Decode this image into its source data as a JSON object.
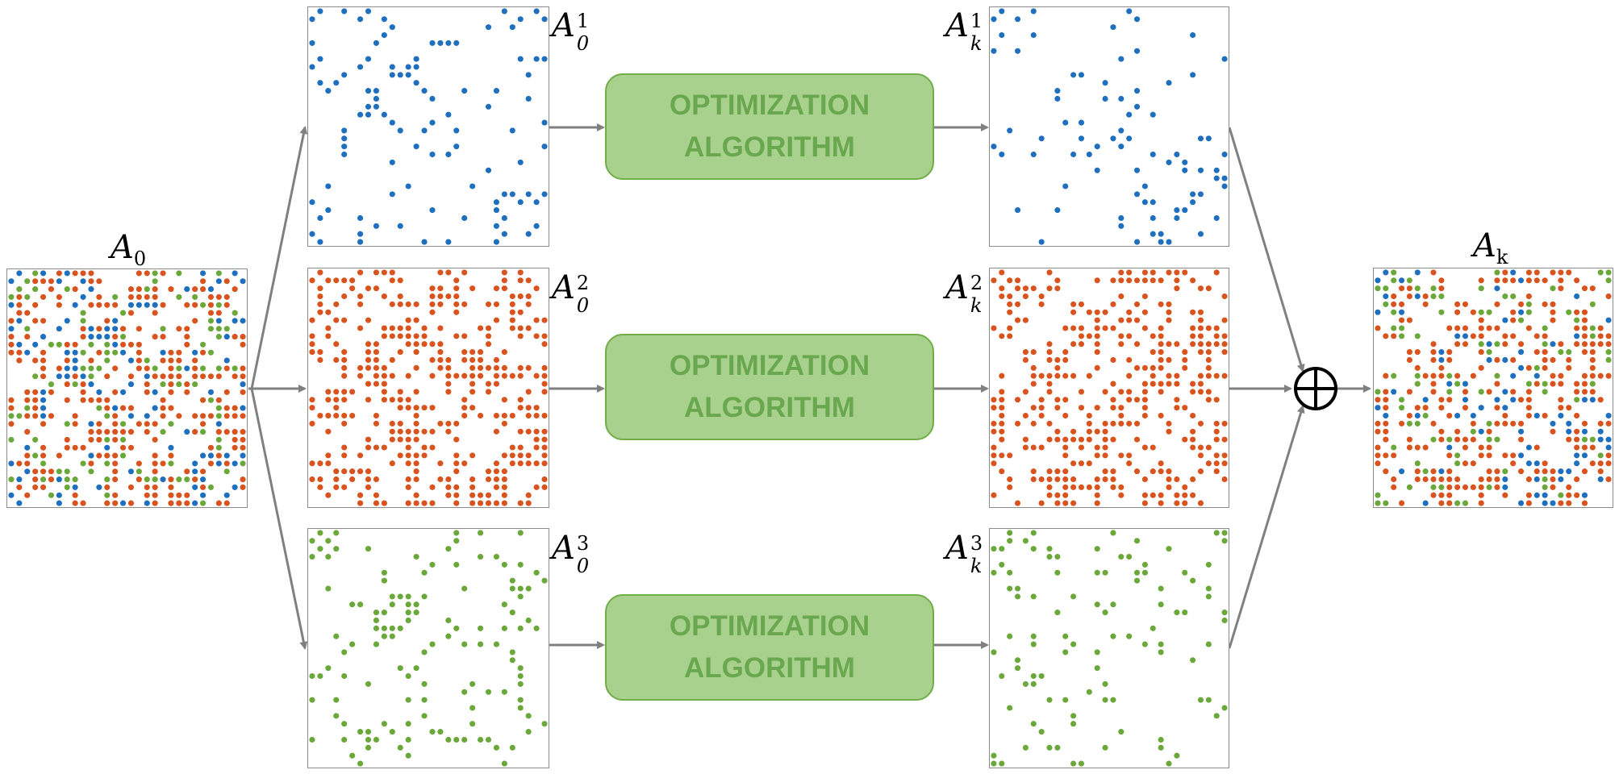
{
  "optimization_label": "OPTIMIZATION ALGORITHM",
  "colors": {
    "blue": "#1f6fbf",
    "orange": "#d9531e",
    "green": "#6aa83a",
    "box_fill": "#a9d18e",
    "box_border": "#70ad47"
  },
  "labels": {
    "input": {
      "base": "A",
      "sub": "0"
    },
    "output": {
      "base": "A",
      "sub": "k"
    },
    "layers_initial": [
      {
        "base": "A",
        "sub": "0",
        "sup": "1"
      },
      {
        "base": "A",
        "sub": "0",
        "sup": "2"
      },
      {
        "base": "A",
        "sub": "0",
        "sup": "3"
      }
    ],
    "layers_final": [
      {
        "base": "A",
        "sub": "k",
        "sup": "1"
      },
      {
        "base": "A",
        "sub": "k",
        "sup": "2"
      },
      {
        "base": "A",
        "sub": "k",
        "sup": "3"
      }
    ]
  },
  "combine_symbol": "⊕"
}
